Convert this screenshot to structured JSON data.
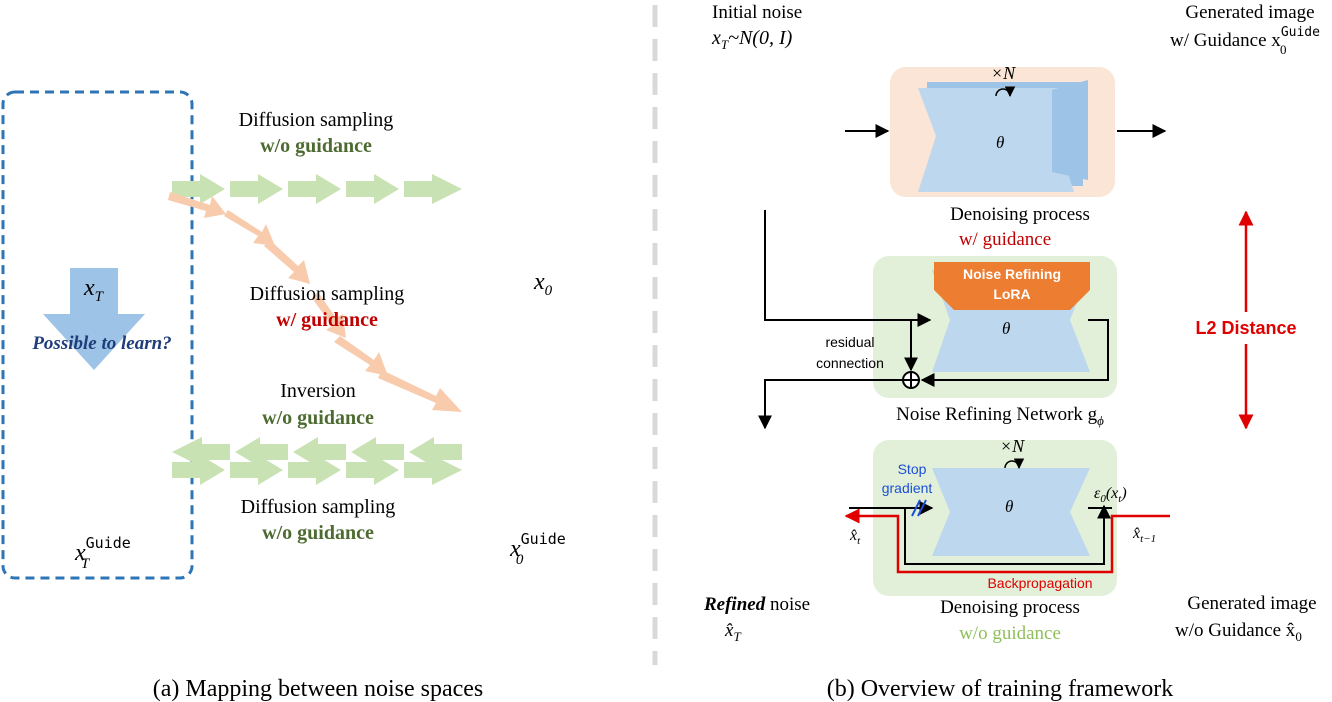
{
  "colors": {
    "dashed_box": "#2e75b6",
    "divider": "#d9d9d9",
    "green_arrow": "#c9e2b3",
    "orange_arrow": "#f8cbad",
    "blue_arrow": "#9dc3e6",
    "denoise_bg_peach": "#fbe5d6",
    "denoise_bg_green": "#e2f0d9",
    "unet_blue": "#bdd7ee",
    "unet_back": "#9dc3e6",
    "lora_orange": "#ed7d31",
    "accent_red": "#e00000",
    "text_green": "#4d6b30"
  },
  "left": {
    "top_sampling": {
      "title": "Diffusion sampling",
      "sub": "w/o guidance"
    },
    "guided_sampling": {
      "title": "Diffusion sampling",
      "sub": "w/ guidance"
    },
    "inversion": {
      "title": "Inversion",
      "sub": "w/o guidance"
    },
    "bottom_sampling": {
      "title": "Diffusion sampling",
      "sub": "w/o guidance"
    },
    "xT": "x",
    "xT_sub": "T",
    "learn_q": "Possible to learn?",
    "x0": "x",
    "x0_sub": "0",
    "xT_guide": "x",
    "xT_guide_sub": "T",
    "xT_guide_sup": "Guide",
    "x0_guide": "x",
    "x0_guide_sub": "0",
    "x0_guide_sup": "Guide",
    "caption": "(a) Mapping between noise spaces"
  },
  "right": {
    "initial_noise": "Initial noise",
    "initial_noise_eq": "x",
    "initial_noise_sub": "T",
    "initial_noise_rest": "~N(0, I)",
    "gen_image_top_1": "Generated image",
    "gen_image_top_2": "w/ Guidance x",
    "gen_image_top_sub": "0",
    "gen_image_top_sup": "Guide",
    "times_n_top": "×N",
    "theta": "θ",
    "denoise_top_1": "Denoising process",
    "denoise_top_2": "w/ guidance",
    "lora_1": "Noise Refining",
    "lora_2": "LoRA",
    "residual_1": "residual",
    "residual_2": "connection",
    "refine_net": "Noise Refining Network g",
    "refine_net_sub": "ϕ",
    "l2": "L2 Distance",
    "times_n_bottom": "×N",
    "stop_1": "Stop",
    "stop_2": "gradient",
    "eps": "ε",
    "eps_sub": "0",
    "eps_rest": "(x",
    "eps_rest_sub": "t",
    "eps_close": ")",
    "xhat_t": "x̂",
    "xhat_t_sub": "t",
    "xhat_t1": "x̂",
    "xhat_t1_sub": "t−1",
    "backprop": "Backpropagation",
    "refined_bold": "Refined",
    "refined_rest": " noise",
    "refined_x": "x̂",
    "refined_x_sub": "T",
    "denoise_bottom_1": "Denoising process",
    "denoise_bottom_2": "w/o guidance",
    "gen_image_bottom_1": "Generated image",
    "gen_image_bottom_2": "w/o Guidance x̂",
    "gen_image_bottom_sub": "0",
    "caption": "(b) Overview of training framework"
  }
}
